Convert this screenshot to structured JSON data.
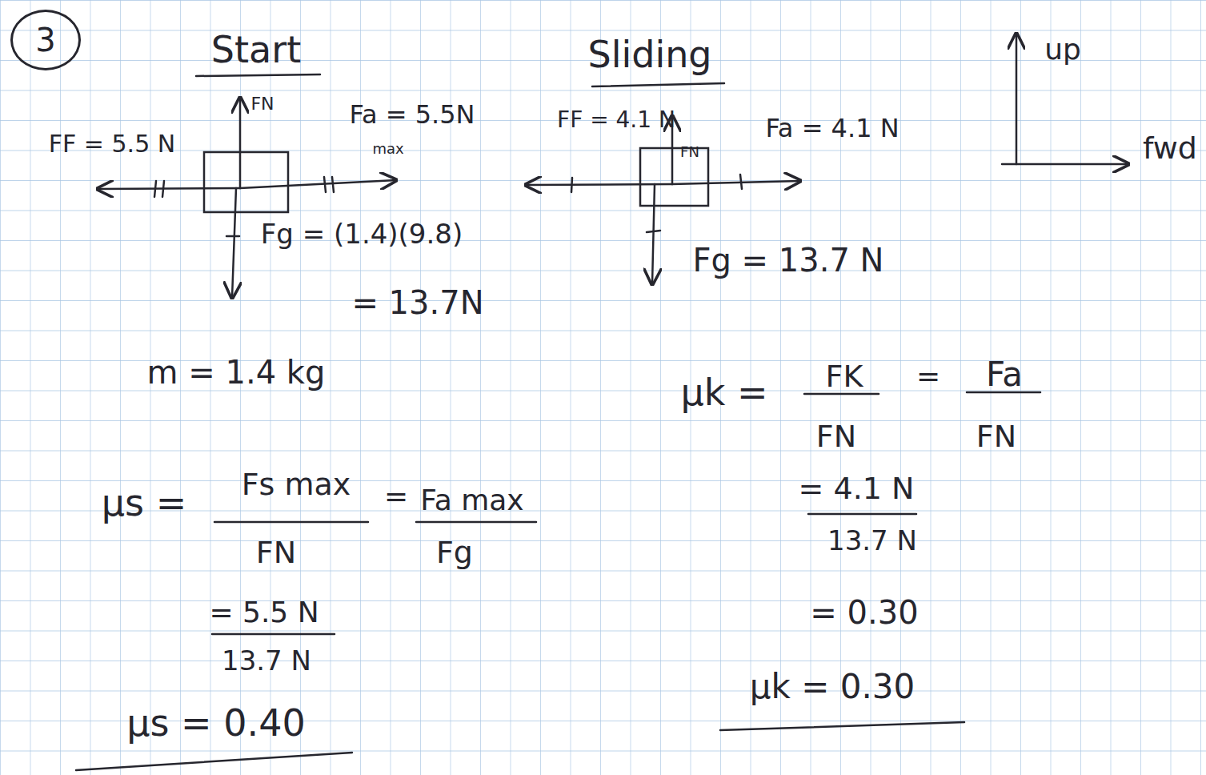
{
  "diagram": {
    "nodes": [
      {
        "text": [
          "3"
        ]
      }
    ],
    "labels": [
      "Start",
      "Sliding",
      "up",
      "fwd",
      "FF = 5.5 N",
      "FN",
      "Fa = 5.5N",
      "max",
      "FF = 4.1 N",
      "FN",
      "Fa = 4.1 N",
      "Fg = (1.4)(9.8)",
      "= 13.7N",
      "Fg = 13.7 N",
      "m = 1.4 kg",
      "μs =",
      "Fs max",
      "FN",
      "=",
      "Fa max",
      "Fg",
      "= 5.5 N",
      "13.7 N",
      "μs = 0.40",
      "μk =",
      "FK",
      "FN",
      "=",
      "Fa",
      "FN",
      "= 4.1 N",
      "13.7 N",
      "= 0.30",
      "μk = 0.30"
    ]
  }
}
